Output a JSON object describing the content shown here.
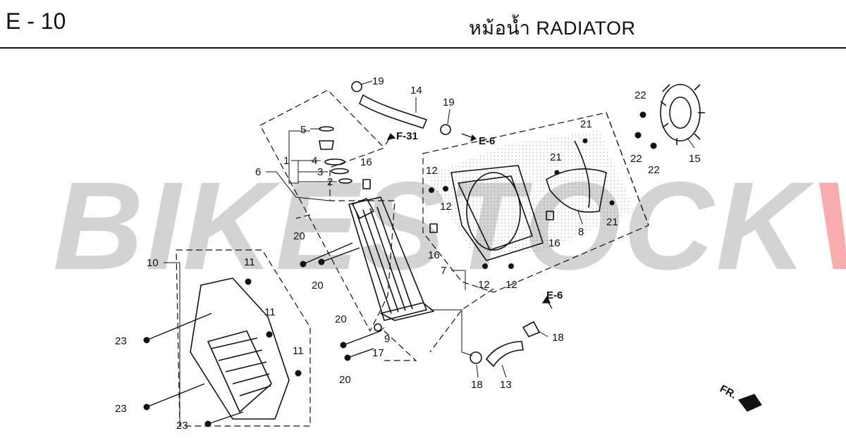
{
  "header": {
    "page_code": "E - 10",
    "title": "หม้อน้ำ  RADIATOR"
  },
  "watermark": {
    "part1": "BIKEST",
    "part2": "OCK",
    "part3": "VN"
  },
  "callouts": {
    "c1": "1",
    "c2": "2",
    "c3": "3",
    "c4": "4",
    "c5": "5",
    "c6": "6",
    "c7": "7",
    "c8": "8",
    "c9": "9",
    "c10": "10",
    "c11a": "11",
    "c11b": "11",
    "c11c": "11",
    "c12a": "12",
    "c12b": "12",
    "c12c": "12",
    "c12d": "12",
    "c13": "13",
    "c14": "14",
    "c15": "15",
    "c16a": "16",
    "c16b": "16",
    "c16c": "16",
    "c17": "17",
    "c18a": "18",
    "c18b": "18",
    "c19a": "19",
    "c19b": "19",
    "c20a": "20",
    "c20b": "20",
    "c20c": "20",
    "c20d": "20",
    "c21a": "21",
    "c21b": "21",
    "c21c": "21",
    "c22a": "22",
    "c22b": "22",
    "c22c": "22",
    "c23a": "23",
    "c23b": "23",
    "c23c": "23"
  },
  "references": {
    "f31": "F-31",
    "e6_top": "E-6",
    "e6_mid": "E-6",
    "front": "FR."
  }
}
